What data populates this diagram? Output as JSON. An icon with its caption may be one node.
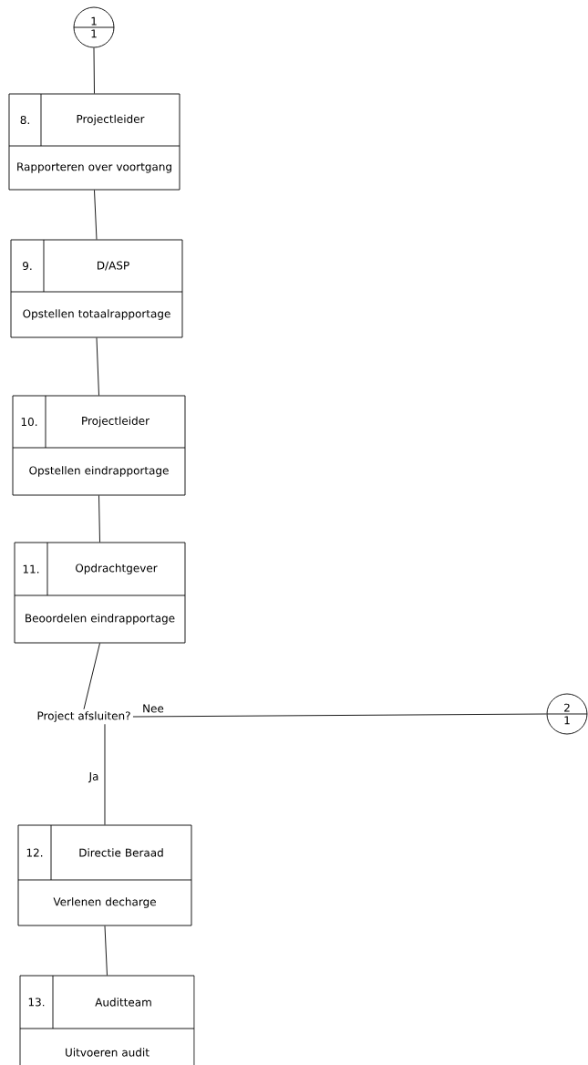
{
  "diagram": {
    "nodes": [
      {
        "text": [
          "1",
          "1"
        ]
      },
      {
        "text": [
          "8.",
          "Projectleider",
          "Rapporteren over voortgang"
        ]
      },
      {
        "text": [
          "9.",
          "D/ASP",
          "Opstellen totaalrapportage"
        ]
      },
      {
        "text": [
          "10.",
          "Projectleider",
          "Opstellen eindrapportage"
        ]
      },
      {
        "text": [
          "11.",
          "Opdrachtgever",
          "Beoordelen eindrapportage"
        ]
      },
      {
        "text": [
          "Project afsluiten?"
        ]
      },
      {
        "text": [
          "2",
          "1"
        ]
      },
      {
        "text": [
          "12.",
          "Directie Beraad",
          "Verlenen decharge"
        ]
      },
      {
        "text": [
          "13.",
          "Auditteam",
          "Uitvoeren audit"
        ]
      }
    ],
    "edges": [
      {
        "from": 0,
        "to": 1,
        "arrow": "none"
      },
      {
        "from": 1,
        "to": 2,
        "arrow": "none"
      },
      {
        "from": 2,
        "to": 3,
        "arrow": "none"
      },
      {
        "from": 3,
        "to": 4,
        "arrow": "none"
      },
      {
        "from": 4,
        "to": 5,
        "arrow": "none"
      },
      {
        "from": 5,
        "to": 6,
        "arrow": "none",
        "label": "Nee"
      },
      {
        "from": 5,
        "to": 7,
        "arrow": "none",
        "label": "Ja"
      },
      {
        "from": 7,
        "to": 8,
        "arrow": "none"
      }
    ]
  }
}
